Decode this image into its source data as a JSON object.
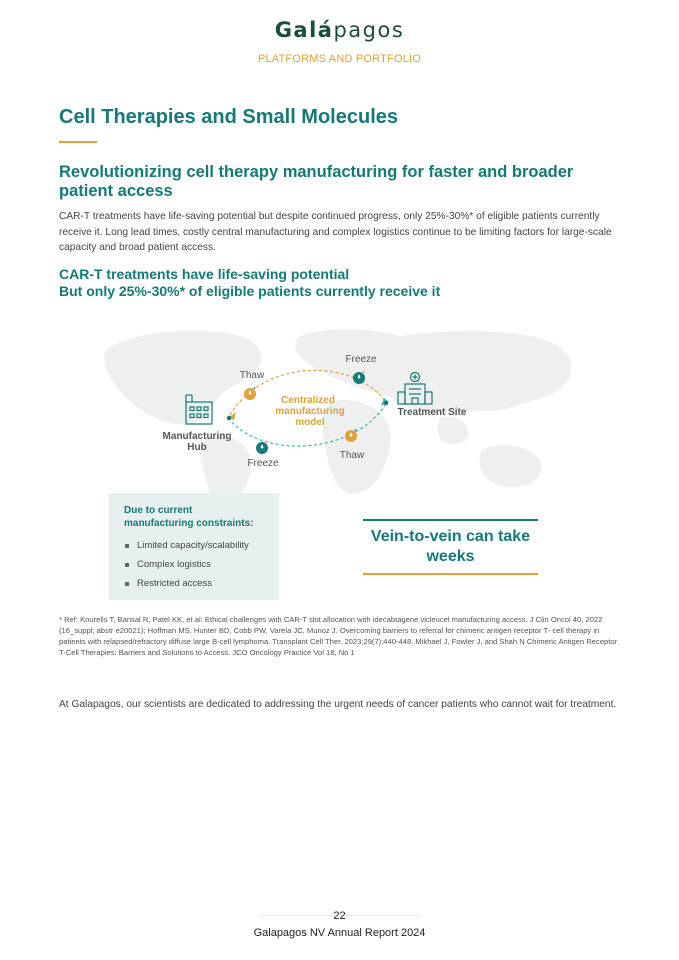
{
  "header": {
    "logo_bold": "Galá",
    "logo_light": "pagos",
    "section": "PLATFORMS AND PORTFOLIO"
  },
  "title": "Cell Therapies and Small Molecules",
  "subtitle": "Revolutionizing cell therapy manufacturing for faster and broader patient access",
  "intro": "CAR-T treatments have life-saving potential but despite continued progress, only 25%-30%* of eligible patients currently receive it. Long lead times, costly central manufacturing and complex logistics continue to be limiting factors for large-scale capacity and broad patient access.",
  "headline": {
    "line1": "CAR-T treatments have life-saving potential",
    "line2": "But only 25%-30%* of eligible patients currently receive it"
  },
  "diagram": {
    "freeze_top": "Freeze",
    "thaw_left": "Thaw",
    "center_line1": "Centralized",
    "center_line2": "manufacturing",
    "center_line3": "model",
    "treatment_site": "Treatment Site",
    "hub_line1": "Manufacturing",
    "hub_line2": "Hub",
    "thaw_right": "Thaw",
    "freeze_bottom": "Freeze",
    "colors": {
      "teal": "#137a75",
      "orange": "#e2a13a"
    },
    "icons": [
      "factory-icon",
      "hospital-icon",
      "vial-icon"
    ]
  },
  "constraints": {
    "title_line1": "Due to current",
    "title_line2": "manufacturing constraints:",
    "items": [
      "Limited capacity/scalability",
      "Complex logistics",
      "Restricted access"
    ]
  },
  "callout": {
    "line1": "Vein-to-vein can take",
    "line2": "weeks"
  },
  "footnote": "* Ref: Kourelis T, Bansal R, Patel KK, et al: Ethical challenges with CAR-T slot allocation with idecabtagene vicleucel manufacturing access. J Clin Oncol 40, 2022 (16_suppl; abstr e20021); Hoffman MS, Hunter BD, Cobb PW, Varela JC, Munoz J. Overcoming barriers to referral for chimeric antigen receptor T- cell therapy in patients with relapsed/refractory diffuse large B-cell lymphoma. Transplant Cell Ther. 2023;29(7):440-448. Mikhael J, Fowler J, and Shah N Chimeric Antigen Receptor T-Cell Therapies: Barriers and Solutions to Access. JCO Oncology Practice Vol 18, No 1",
  "closing": "At Galapagos, our scientists are dedicated to addressing the urgent needs of cancer patients who cannot wait for treatment.",
  "footer": {
    "page_number": "22",
    "report_name": "Galapagos NV Annual Report 2024"
  }
}
